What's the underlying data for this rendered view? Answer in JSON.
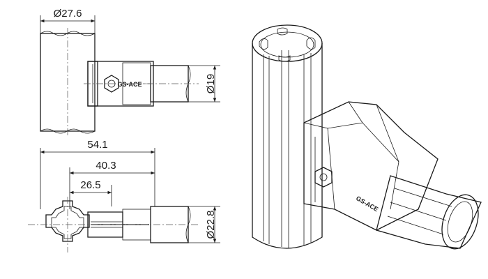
{
  "drawing": {
    "dimensions": {
      "tube_diameter": "Ø27.6",
      "branch_diameter": "Ø19",
      "overall_length": "54.1",
      "mid_length": "40.3",
      "short_length": "26.5",
      "section_diameter": "Ø22.8"
    },
    "brand_side_view": "GS-ACE",
    "brand_iso_view": "GS-ACE"
  },
  "colors": {
    "line": "#1a1a1a",
    "fitting_fill": "#f3cdb4",
    "tube_fill": "#ffffff"
  }
}
